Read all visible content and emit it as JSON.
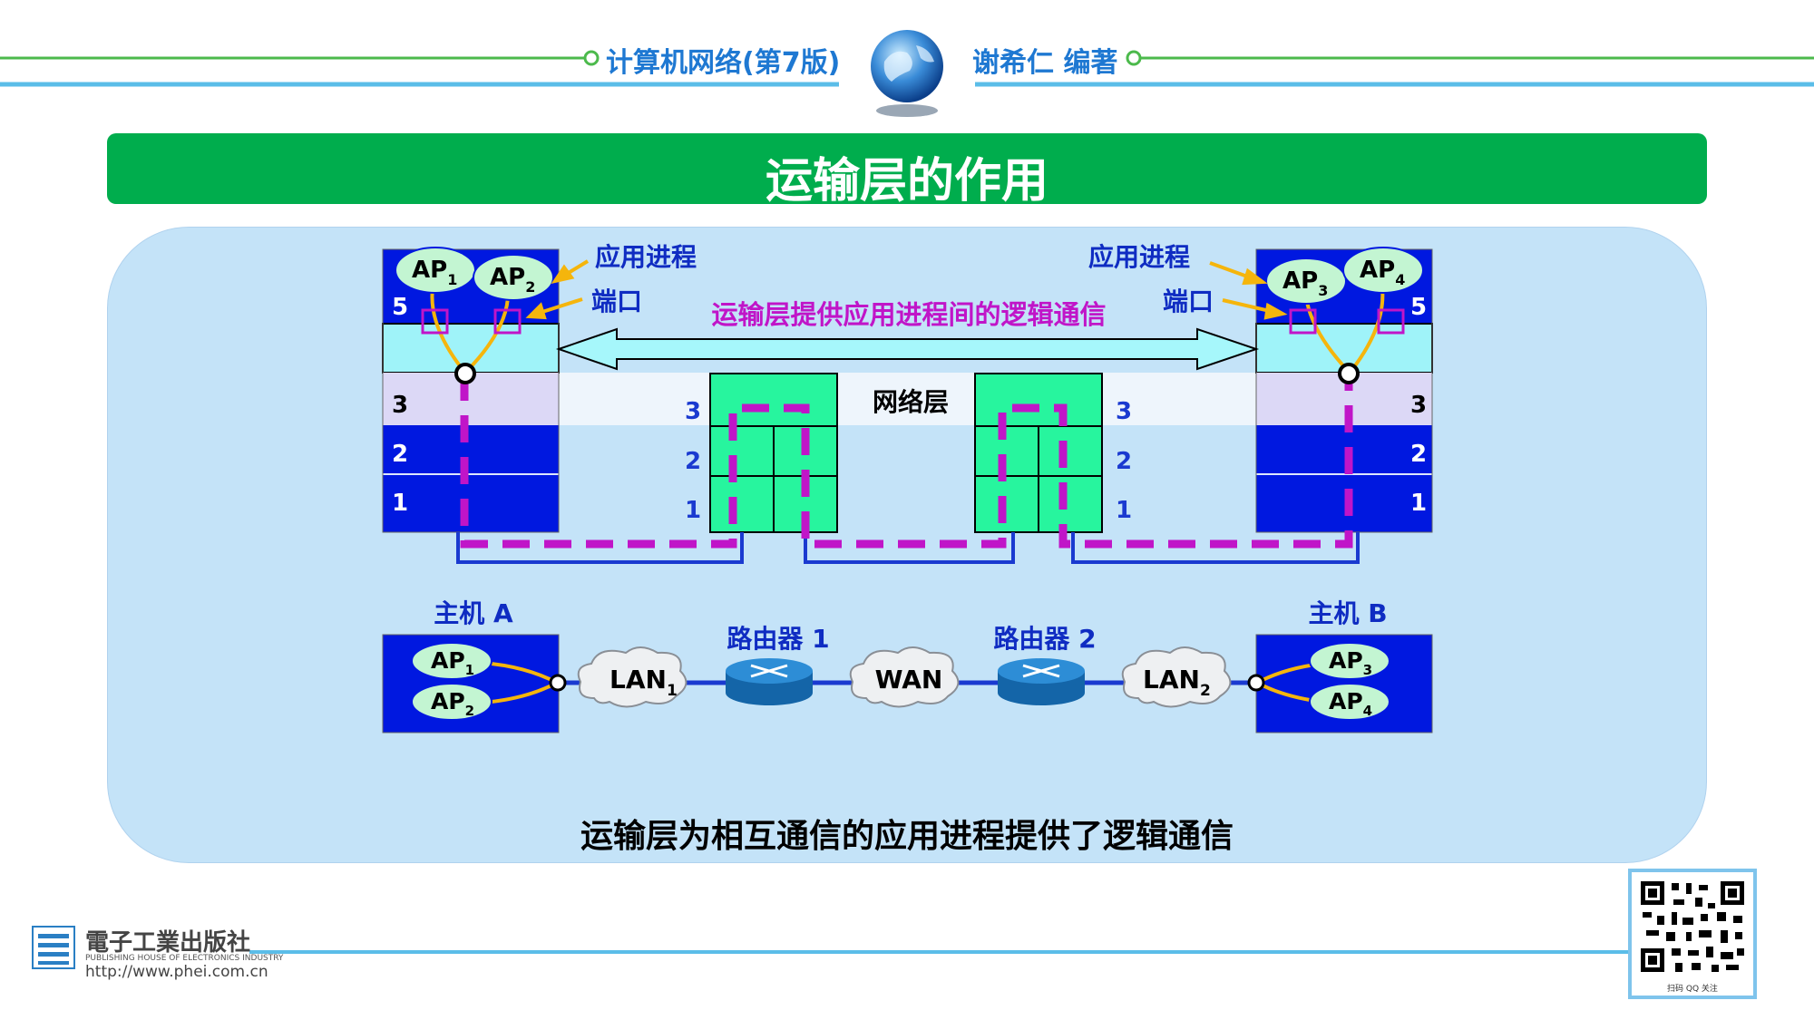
{
  "header": {
    "book_title": "计算机网络(第7版)",
    "author": "谢希仁 编著"
  },
  "slide_title": "运输层的作用",
  "caption": "运输层为相互通信的应用进程提供了逻辑通信",
  "diagram": {
    "app_process_label": "应用进程",
    "port_label": "端口",
    "logical_comm_label": "运输层提供应用进程间的逻辑通信",
    "network_layer_label": "网络层",
    "host_a_label": "主机 A",
    "host_b_label": "主机 B",
    "router1_label": "路由器 1",
    "router2_label": "路由器 2",
    "lan_label": "LAN",
    "wan_label": "WAN",
    "ap_prefix": "AP",
    "layer_numbers": [
      "5",
      "3",
      "2",
      "1"
    ],
    "colors": {
      "host_blue": "#0018e0",
      "transport_cyan": "#9ff3f9",
      "network_lavender": "#dcd8f6",
      "router_green": "#27f59e",
      "path_magenta": "#c015c8",
      "label_blue": "#0f2cc2",
      "arrow_orange": "#f5b50c",
      "ap_green": "#c3f5d2"
    }
  },
  "publisher": {
    "name": "電子工業出版社",
    "sub": "PUBLISHING HOUSE OF ELECTRONICS INDUSTRY",
    "url": "http://www.phei.com.cn"
  },
  "qr_caption": "扫码 QQ 关注"
}
